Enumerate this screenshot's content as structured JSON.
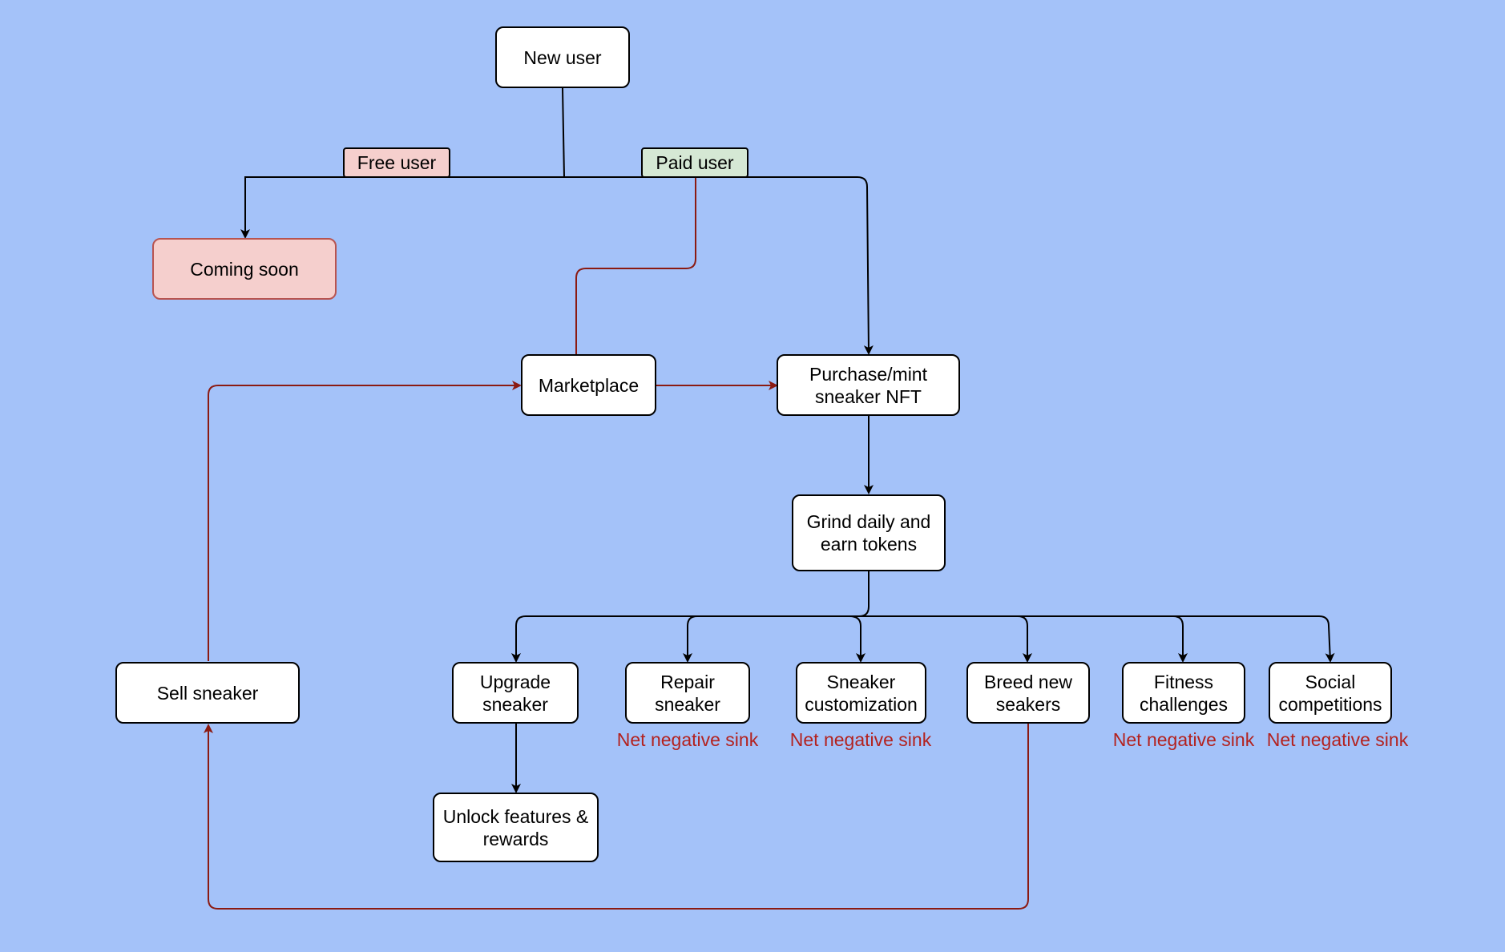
{
  "diagram": {
    "nodes": {
      "new_user": "New user",
      "coming_soon": "Coming soon",
      "marketplace": "Marketplace",
      "purchase_mint": [
        "Purchase/mint",
        "sneaker NFT"
      ],
      "grind": [
        "Grind daily and",
        "earn tokens"
      ],
      "sell_sneaker": "Sell sneaker",
      "upgrade_sneaker": [
        "Upgrade",
        "sneaker"
      ],
      "repair_sneaker": [
        "Repair",
        "sneaker"
      ],
      "sneaker_customization": [
        "Sneaker",
        "customization"
      ],
      "breed_new": [
        "Breed new",
        "seakers"
      ],
      "fitness_challenges": [
        "Fitness",
        "challenges"
      ],
      "social_competitions": [
        "Social",
        "competitions"
      ],
      "unlock_features": [
        "Unlock features &",
        "rewards"
      ]
    },
    "edge_labels": {
      "free_user": "Free user",
      "paid_user": "Paid user"
    },
    "notes": {
      "repair": "Net negative sink",
      "customization": "Net negative sink",
      "fitness": "Net negative sink",
      "social": "Net negative sink"
    },
    "colors": {
      "background": "#a4c2f9",
      "flow_black": "#000000",
      "flow_red": "#8b1a12",
      "note_red": "#b3221f",
      "free_fill": "#f5cfcd",
      "paid_fill": "#d5e8d4"
    }
  }
}
